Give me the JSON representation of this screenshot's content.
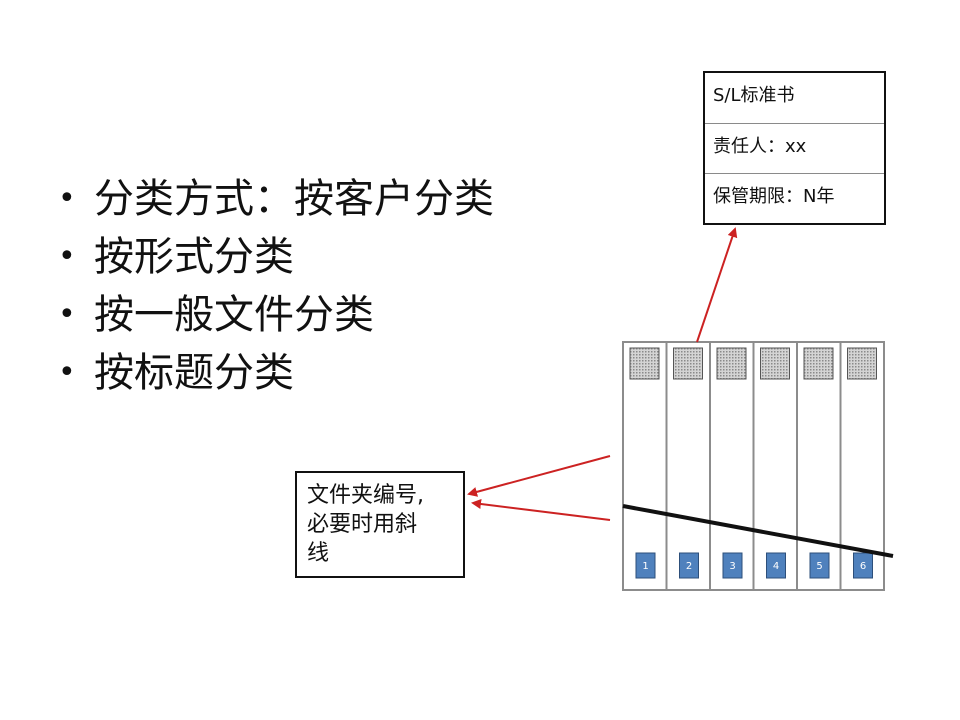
{
  "bullets": [
    "分类方式：按客户分类",
    "按形式分类",
    "按一般文件分类",
    "按标题分类"
  ],
  "bullet_symbol": "•",
  "label_card": {
    "rows": [
      "S/L标准书",
      "责任人：xx",
      "保管期限：N年"
    ]
  },
  "folder_note": {
    "lines": [
      "文件夹编号,",
      "必要时用斜",
      "线"
    ]
  },
  "binders": {
    "numbers": [
      "1",
      "2",
      "3",
      "4",
      "5",
      "6"
    ]
  },
  "colors": {
    "arrow": "#cc2222",
    "number_tab": "#4f81bd",
    "label_square": "#bdbdbd"
  }
}
